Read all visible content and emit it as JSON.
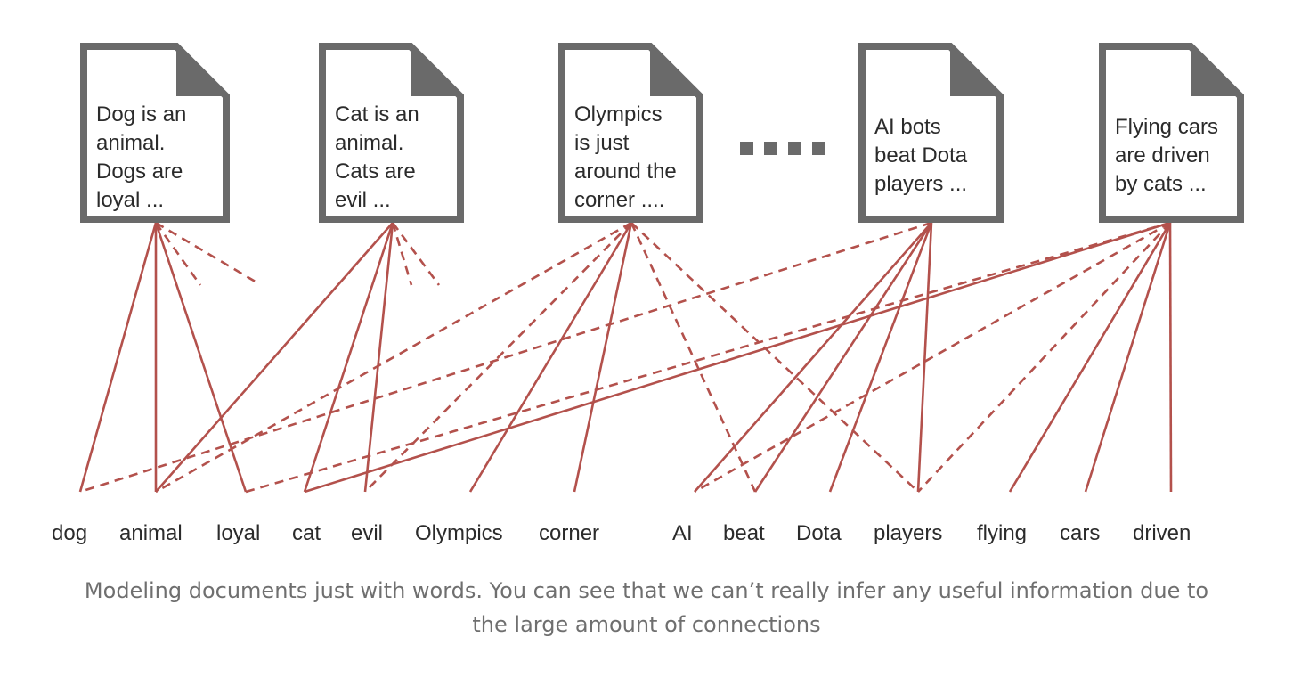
{
  "documents": [
    {
      "id": "doc1",
      "lines": [
        "Dog is an",
        "animal.",
        "Dogs are",
        "loyal ..."
      ]
    },
    {
      "id": "doc2",
      "lines": [
        "Cat is an",
        "animal.",
        "Cats are",
        "evil ..."
      ]
    },
    {
      "id": "doc3",
      "lines": [
        "Olympics",
        "is just",
        "around the",
        "corner ...."
      ]
    },
    {
      "id": "doc4",
      "lines": [
        "AI bots",
        "beat Dota",
        "players ..."
      ]
    },
    {
      "id": "doc5",
      "lines": [
        "Flying cars",
        "are driven",
        "by cats ..."
      ]
    }
  ],
  "ellipsis": "....",
  "words": [
    "dog",
    "animal",
    "loyal",
    "cat",
    "evil",
    "Olympics",
    "corner",
    "AI",
    "beat",
    "Dota",
    "players",
    "flying",
    "cars",
    "driven"
  ],
  "connections": [
    {
      "doc": 0,
      "word": 0,
      "style": "solid"
    },
    {
      "doc": 0,
      "word": 1,
      "style": "solid"
    },
    {
      "doc": 0,
      "word": 2,
      "style": "solid"
    },
    {
      "doc": 0,
      "stub": 0,
      "style": "dashed"
    },
    {
      "doc": 0,
      "stub": 1,
      "style": "dashed"
    },
    {
      "doc": 1,
      "word": 1,
      "style": "solid"
    },
    {
      "doc": 1,
      "word": 3,
      "style": "solid"
    },
    {
      "doc": 1,
      "word": 4,
      "style": "solid"
    },
    {
      "doc": 1,
      "stub": 0,
      "style": "dashed"
    },
    {
      "doc": 1,
      "stub": 1,
      "style": "dashed"
    },
    {
      "doc": 2,
      "word": 5,
      "style": "solid"
    },
    {
      "doc": 2,
      "word": 6,
      "style": "solid"
    },
    {
      "doc": 2,
      "word": 1,
      "style": "dashed"
    },
    {
      "doc": 2,
      "word": 4,
      "style": "dashed"
    },
    {
      "doc": 2,
      "word": 8,
      "style": "dashed"
    },
    {
      "doc": 2,
      "word": 10,
      "style": "dashed"
    },
    {
      "doc": 3,
      "word": 7,
      "style": "solid"
    },
    {
      "doc": 3,
      "word": 8,
      "style": "solid"
    },
    {
      "doc": 3,
      "word": 9,
      "style": "solid"
    },
    {
      "doc": 3,
      "word": 10,
      "style": "solid"
    },
    {
      "doc": 3,
      "word": 0,
      "style": "dashed"
    },
    {
      "doc": 4,
      "word": 11,
      "style": "solid"
    },
    {
      "doc": 4,
      "word": 12,
      "style": "solid"
    },
    {
      "doc": 4,
      "word": 13,
      "style": "solid"
    },
    {
      "doc": 4,
      "word": 3,
      "style": "solid"
    },
    {
      "doc": 4,
      "word": 2,
      "style": "dashed"
    },
    {
      "doc": 4,
      "word": 7,
      "style": "dashed"
    },
    {
      "doc": 4,
      "word": 10,
      "style": "dashed"
    }
  ],
  "colors": {
    "edge": "#b3514c",
    "document_border": "#6a6a6a",
    "text": "#2b2b2b",
    "caption": "#6f6f6f"
  },
  "caption_lines": [
    "Modeling documents just with words. You can see that we can’t really infer any useful information due to",
    "the large amount of connections"
  ]
}
